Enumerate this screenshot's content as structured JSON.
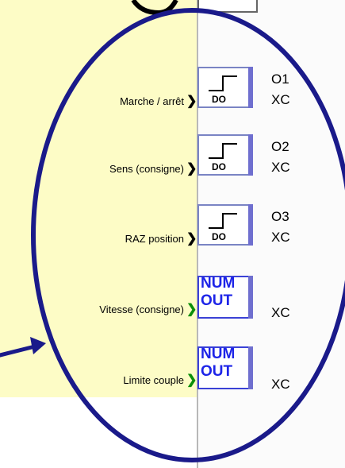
{
  "rows": [
    {
      "label": "Marche / arrêt",
      "block": "DO",
      "out1": "O1",
      "out2": "XC"
    },
    {
      "label": "Sens (consigne)",
      "block": "DO",
      "out1": "O2",
      "out2": "XC"
    },
    {
      "label": "RAZ position",
      "block": "DO",
      "out1": "O3",
      "out2": "XC"
    },
    {
      "label": "Vitesse (consigne)",
      "block_top": "NUM",
      "block_bottom": "OUT",
      "out2": "XC"
    },
    {
      "label": "Limite couple",
      "block_top": "NUM",
      "block_bottom": "OUT",
      "out2": "XC"
    }
  ],
  "colors": {
    "ellipse": "#1a1a8a",
    "yellow": "#fdfcc6",
    "num_text": "#1d24e8",
    "green_arrow": "#0a8f0a"
  }
}
